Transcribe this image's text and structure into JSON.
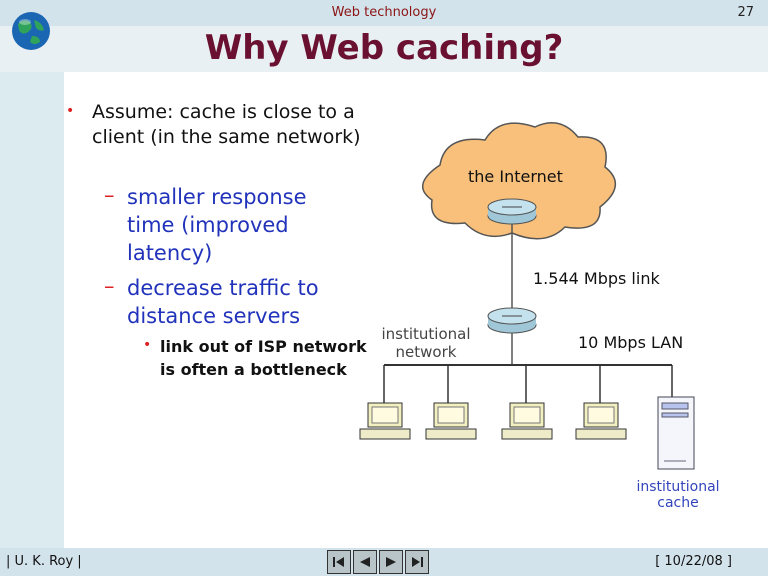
{
  "header": {
    "title": "Web technology",
    "page_number": "27"
  },
  "slide": {
    "title": "Why Web caching?"
  },
  "bullets": {
    "main": "Assume: cache is close to a client (in the same network)",
    "sub1": "smaller response time (improved latency)",
    "sub2": "decrease traffic to distance servers",
    "subsub": "link out of ISP network is often a bottleneck"
  },
  "diagram": {
    "internet_label": "the Internet",
    "link_label": "1.544 Mbps link",
    "lan_label": "10 Mbps LAN",
    "network_label": "institutional network",
    "cache_label": "institutional cache"
  },
  "footer": {
    "author": "| U. K. Roy |",
    "date": "[ 10/22/08 ]"
  },
  "colors": {
    "title": "#6a1030",
    "bullet_blue": "#2233bb",
    "bullet_red": "#dd2222",
    "header_bg": "#d3e3ec"
  }
}
